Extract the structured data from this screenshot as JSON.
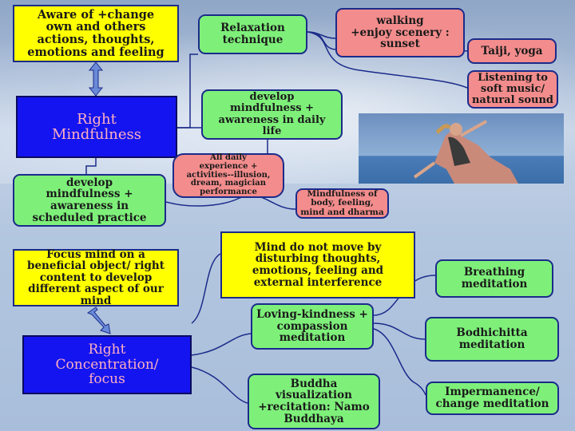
{
  "nodes": {
    "aware": "Aware of +change\nown and others\nactions, thoughts,\nemotions and feeling",
    "relaxation": "Relaxation\ntechnique",
    "walking": "walking\n+enjoy scenery :\nsunset",
    "taiji": "Taiji, yoga",
    "listening": "Listening to\nsoft music/\nnatural sound",
    "right_mindfulness": "Right\nMindfulness",
    "develop_daily": "develop\nmindfulness +\nawareness in daily\nlife",
    "all_daily": "All daily\nexperience +\nactivities--illusion,\ndream, magician\nperformance",
    "develop_practice": "develop\nmindfulness +\nawareness in\nscheduled practice",
    "mindfulness_body": "Mindfulness of\nbody, feeling,\nmind and dharma",
    "focus_mind": "Focus mind on a\nbeneficial object/ right\ncontent to develop\ndifferent aspect of our\nmind",
    "mind_not_move": "Mind do not move by\ndisturbing thoughts,\nemotions, feeling and\nexternal interference",
    "breathing": "Breathing\nmeditation",
    "loving_kindness": "Loving-kindness +\ncompassion\nmeditation",
    "right_concentration": "Right\nConcentration/\nfocus",
    "bodhichitta": "Bodhichitta\nmeditation",
    "buddha": "Buddha\nvisualization\n+recitation: Namo\nBuddhaya",
    "impermanence": "Impermanence/\nchange meditation"
  },
  "colors": {
    "yellow": "#ffff00",
    "green": "#7ef07a",
    "pink": "#f38c8c",
    "blue": "#1414f0",
    "connector": "#1b2b8a"
  },
  "image": "yoga-woman-photo"
}
